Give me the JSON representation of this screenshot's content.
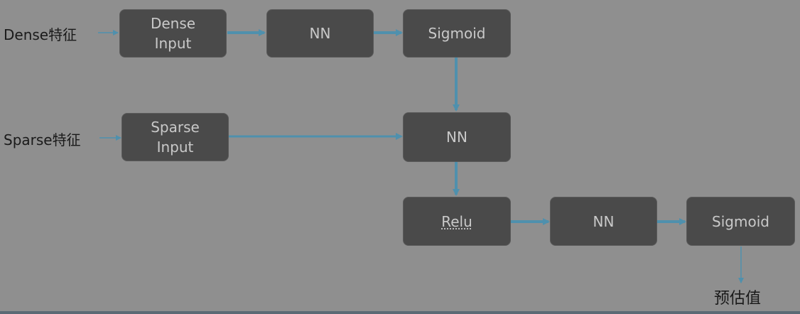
{
  "colors": {
    "background": "#8f8f8f",
    "box_fill": "#4a4a4a",
    "box_text": "#c9c9c9",
    "arrow": "#4f90ad",
    "label_text": "#1a1a1a"
  },
  "labels": {
    "dense_feature": "Dense特征",
    "sparse_feature": "Sparse特征",
    "prediction": "预估值"
  },
  "nodes": {
    "dense_input": [
      "Dense",
      "Input"
    ],
    "nn_top": "NN",
    "sigmoid_top": "Sigmoid",
    "sparse_input": [
      "Sparse",
      "Input"
    ],
    "nn_middle": "NN",
    "relu": "Relu",
    "nn_bottom": "NN",
    "sigmoid_bottom": "Sigmoid"
  }
}
